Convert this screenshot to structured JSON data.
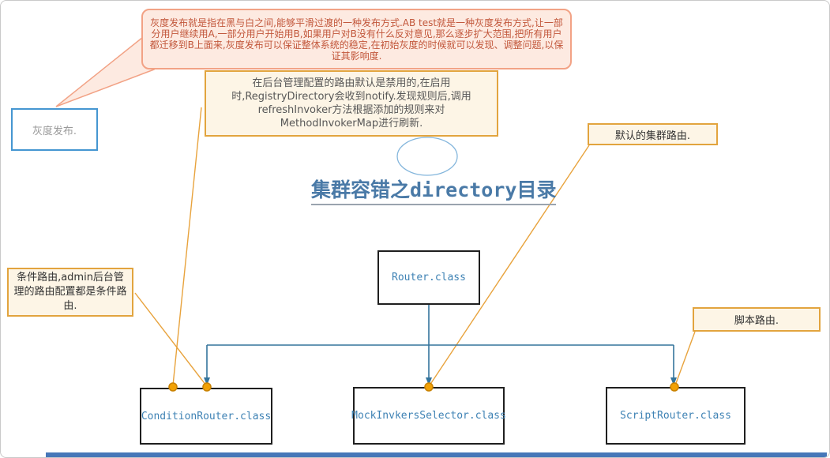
{
  "title": {
    "text": "集群容错之directory目录"
  },
  "callouts": {
    "gray_release_note": {
      "text": "灰度发布就是指在黑与白之间,能够平滑过渡的一种发布方式.AB test就是一种灰度发布方式,让一部分用户继续用A,一部分用户开始用B,如果用户对B没有什么反对意见,那么逐步扩大范围,把所有用户都迁移到B上面来,灰度发布可以保证整体系统的稳定,在初始灰度的时候就可以发现、调整问题,以保证其影响度."
    },
    "registry_directory_note": {
      "text": "在后台管理配置的路由默认是禁用的,在启用时,RegistryDirectory会收到notify.发现规则后,调用refreshInvoker方法根据添加的规则来对MethodInvokerMap进行刷新."
    },
    "default_cluster_route": {
      "text": "默认的集群路由."
    },
    "condition_route": {
      "text": "条件路由,admin后台管理的路由配置都是条件路由."
    },
    "script_route": {
      "text": "脚本路由."
    }
  },
  "nodes": {
    "gray_release": {
      "label": "灰度发布."
    },
    "router": {
      "label": "Router.class"
    },
    "condition_router": {
      "label": "ConditionRouter.class"
    },
    "mock_invokers_selector": {
      "label": "MockInvkersSelector.class"
    },
    "script_router": {
      "label": "ScriptRouter.class"
    }
  },
  "colors": {
    "salmon-border": "#f2a285",
    "pink-fill": "#fdeae1",
    "red-text": "#c2573b",
    "orange-border": "#e2a43e",
    "cream-fill": "#fdf5e6",
    "dark-text": "#4f4f4f",
    "blue-box-border": "#4596d1",
    "gray-text": "#9a9a9a",
    "title-blue": "#4a7aa7",
    "class-text-blue": "#3e82b4",
    "tree-blue": "#34749c",
    "connector-orange": "#e8a33d",
    "dot-fill": "#f2a105",
    "dot-ring": "#c98200",
    "ellipse-blue": "#84b6dc",
    "underline-gray": "#9aa3ae",
    "bottom-bar-blue": "#4677b8",
    "canvas-border": "#c9c9c9",
    "box-border-dark": "#1f1f1f"
  }
}
